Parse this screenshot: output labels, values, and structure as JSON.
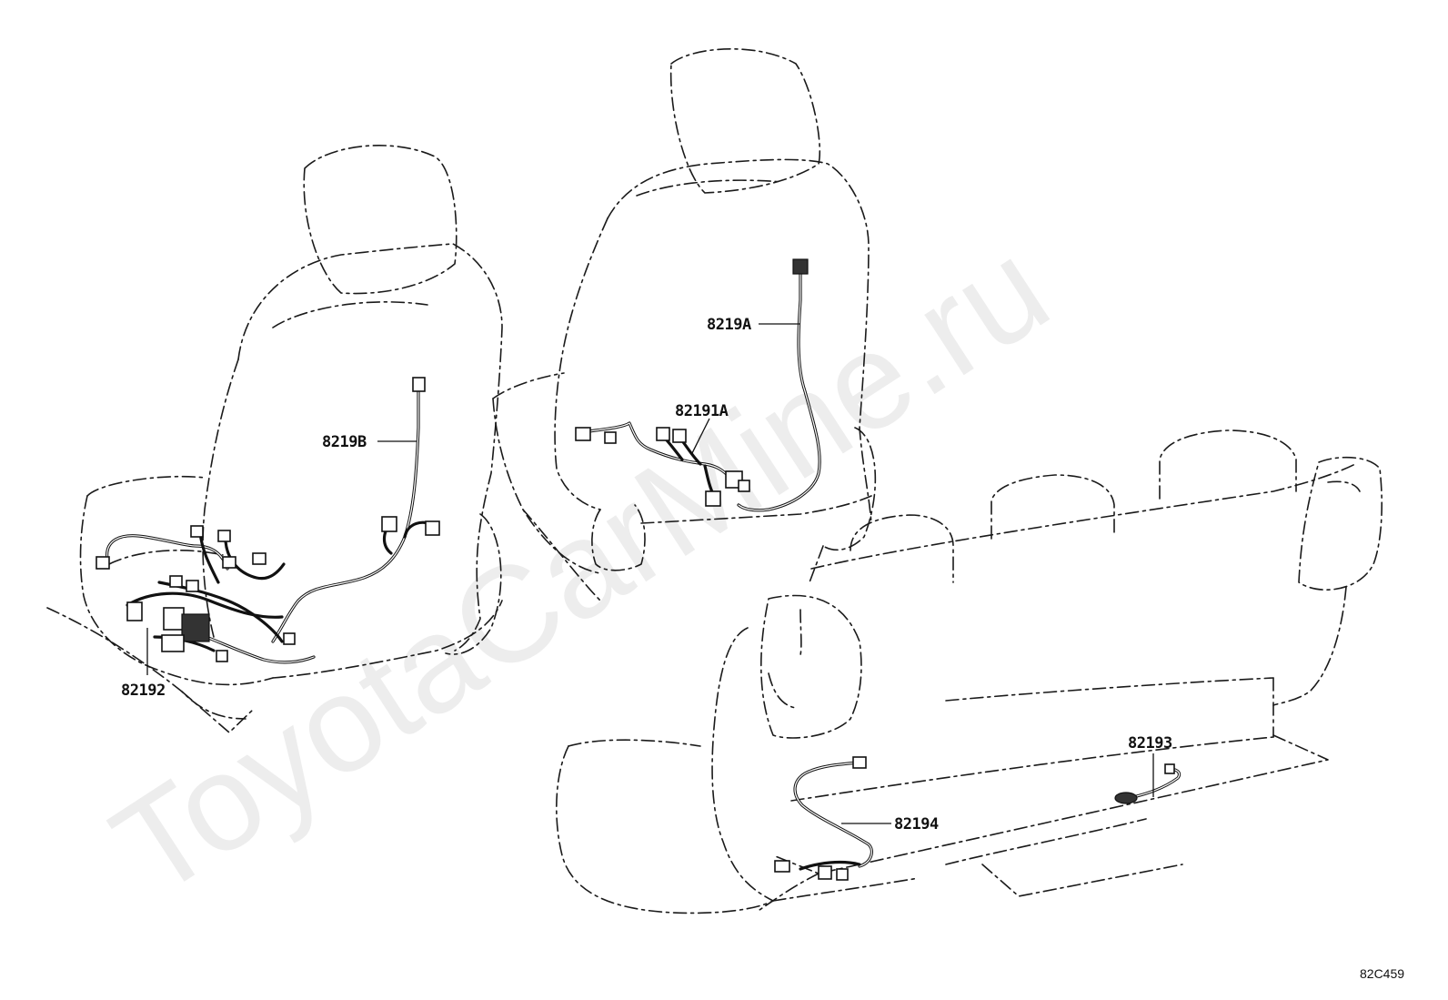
{
  "watermark": "ToyotaCarMine.ru",
  "figure_code": "82C459",
  "part_labels": {
    "p8219A": "8219A",
    "p82191A": "82191A",
    "p8219B": "8219B",
    "p82192": "82192",
    "p82193": "82193",
    "p82194": "82194"
  }
}
